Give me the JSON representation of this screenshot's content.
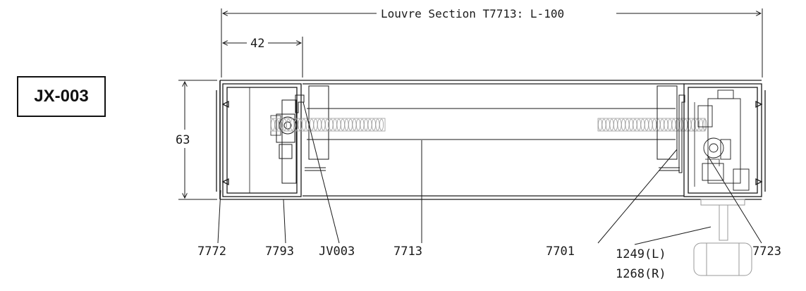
{
  "title": "Louvre Section T7713: L-100",
  "code_label": "JX-003",
  "dimensions": {
    "width": "42",
    "height": "63"
  },
  "part_labels": {
    "p7772": "7772",
    "p7793": "7793",
    "jv003": "JV003",
    "p7713": "7713",
    "p7701": "7701",
    "p7723": "7723",
    "left_hand": "1249(L)",
    "right_hand": "1268(R)"
  },
  "colors": {
    "line": "#1a1a1a",
    "light_line": "#9a9a9a",
    "background": "#ffffff"
  }
}
